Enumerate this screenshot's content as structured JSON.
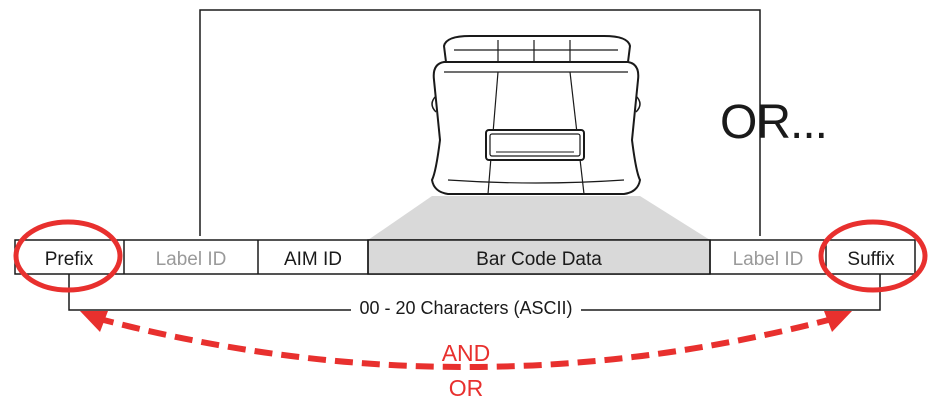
{
  "labels": {
    "or_big": "OR...",
    "characters": "00 - 20 Characters (ASCII)",
    "and": "AND",
    "or": "OR"
  },
  "fields": [
    {
      "name": "prefix",
      "label": "Prefix"
    },
    {
      "name": "label-id-left",
      "label": "Label ID"
    },
    {
      "name": "aim-id",
      "label": "AIM ID"
    },
    {
      "name": "bar-code-data",
      "label": "Bar Code Data"
    },
    {
      "name": "label-id-right",
      "label": "Label ID"
    },
    {
      "name": "suffix",
      "label": "Suffix"
    }
  ],
  "colors": {
    "accent": "#e8302e",
    "line": "#1a1a1a",
    "muted_text": "#9a9a9a",
    "scan_fill": "#d9d9d9"
  }
}
